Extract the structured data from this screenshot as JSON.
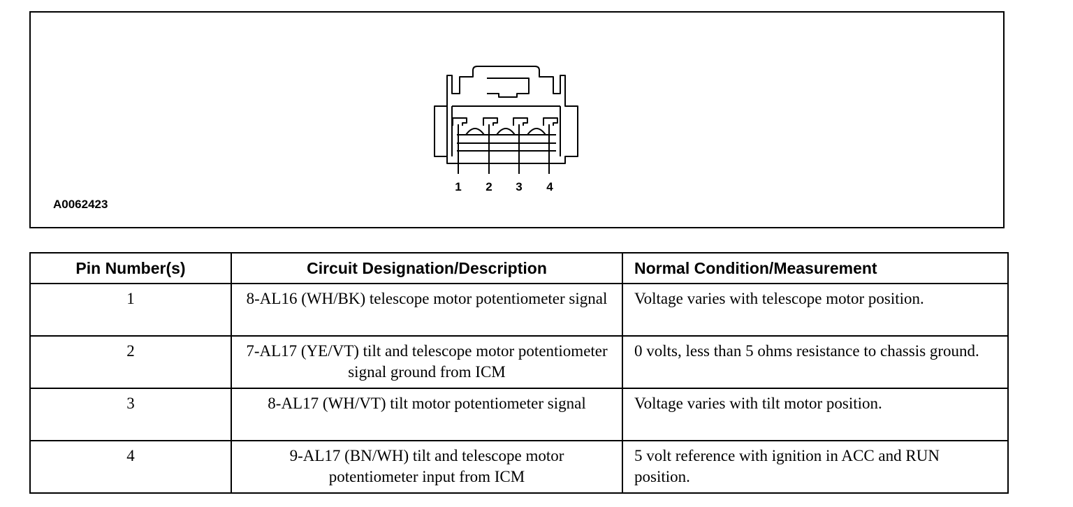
{
  "figure": {
    "id": "A0062423",
    "pin_labels": [
      "1",
      "2",
      "3",
      "4"
    ]
  },
  "table": {
    "headers": {
      "pin": "Pin Number(s)",
      "circuit": "Circuit Designation/Description",
      "condition": "Normal Condition/Measurement"
    },
    "rows": [
      {
        "pin": "1",
        "circuit": "8-AL16 (WH/BK) telescope motor potentiometer signal",
        "condition": "Voltage varies with telescope motor position."
      },
      {
        "pin": "2",
        "circuit": "7-AL17 (YE/VT) tilt and telescope motor potentiometer signal ground from ICM",
        "condition": "0 volts, less than 5 ohms resistance to chassis ground."
      },
      {
        "pin": "3",
        "circuit": "8-AL17 (WH/VT) tilt motor potentiometer signal",
        "condition": "Voltage varies with tilt motor position."
      },
      {
        "pin": "4",
        "circuit": "9-AL17 (BN/WH) tilt and telescope motor potentiometer input from ICM",
        "condition": "5 volt reference with ignition in ACC and RUN position."
      }
    ]
  }
}
